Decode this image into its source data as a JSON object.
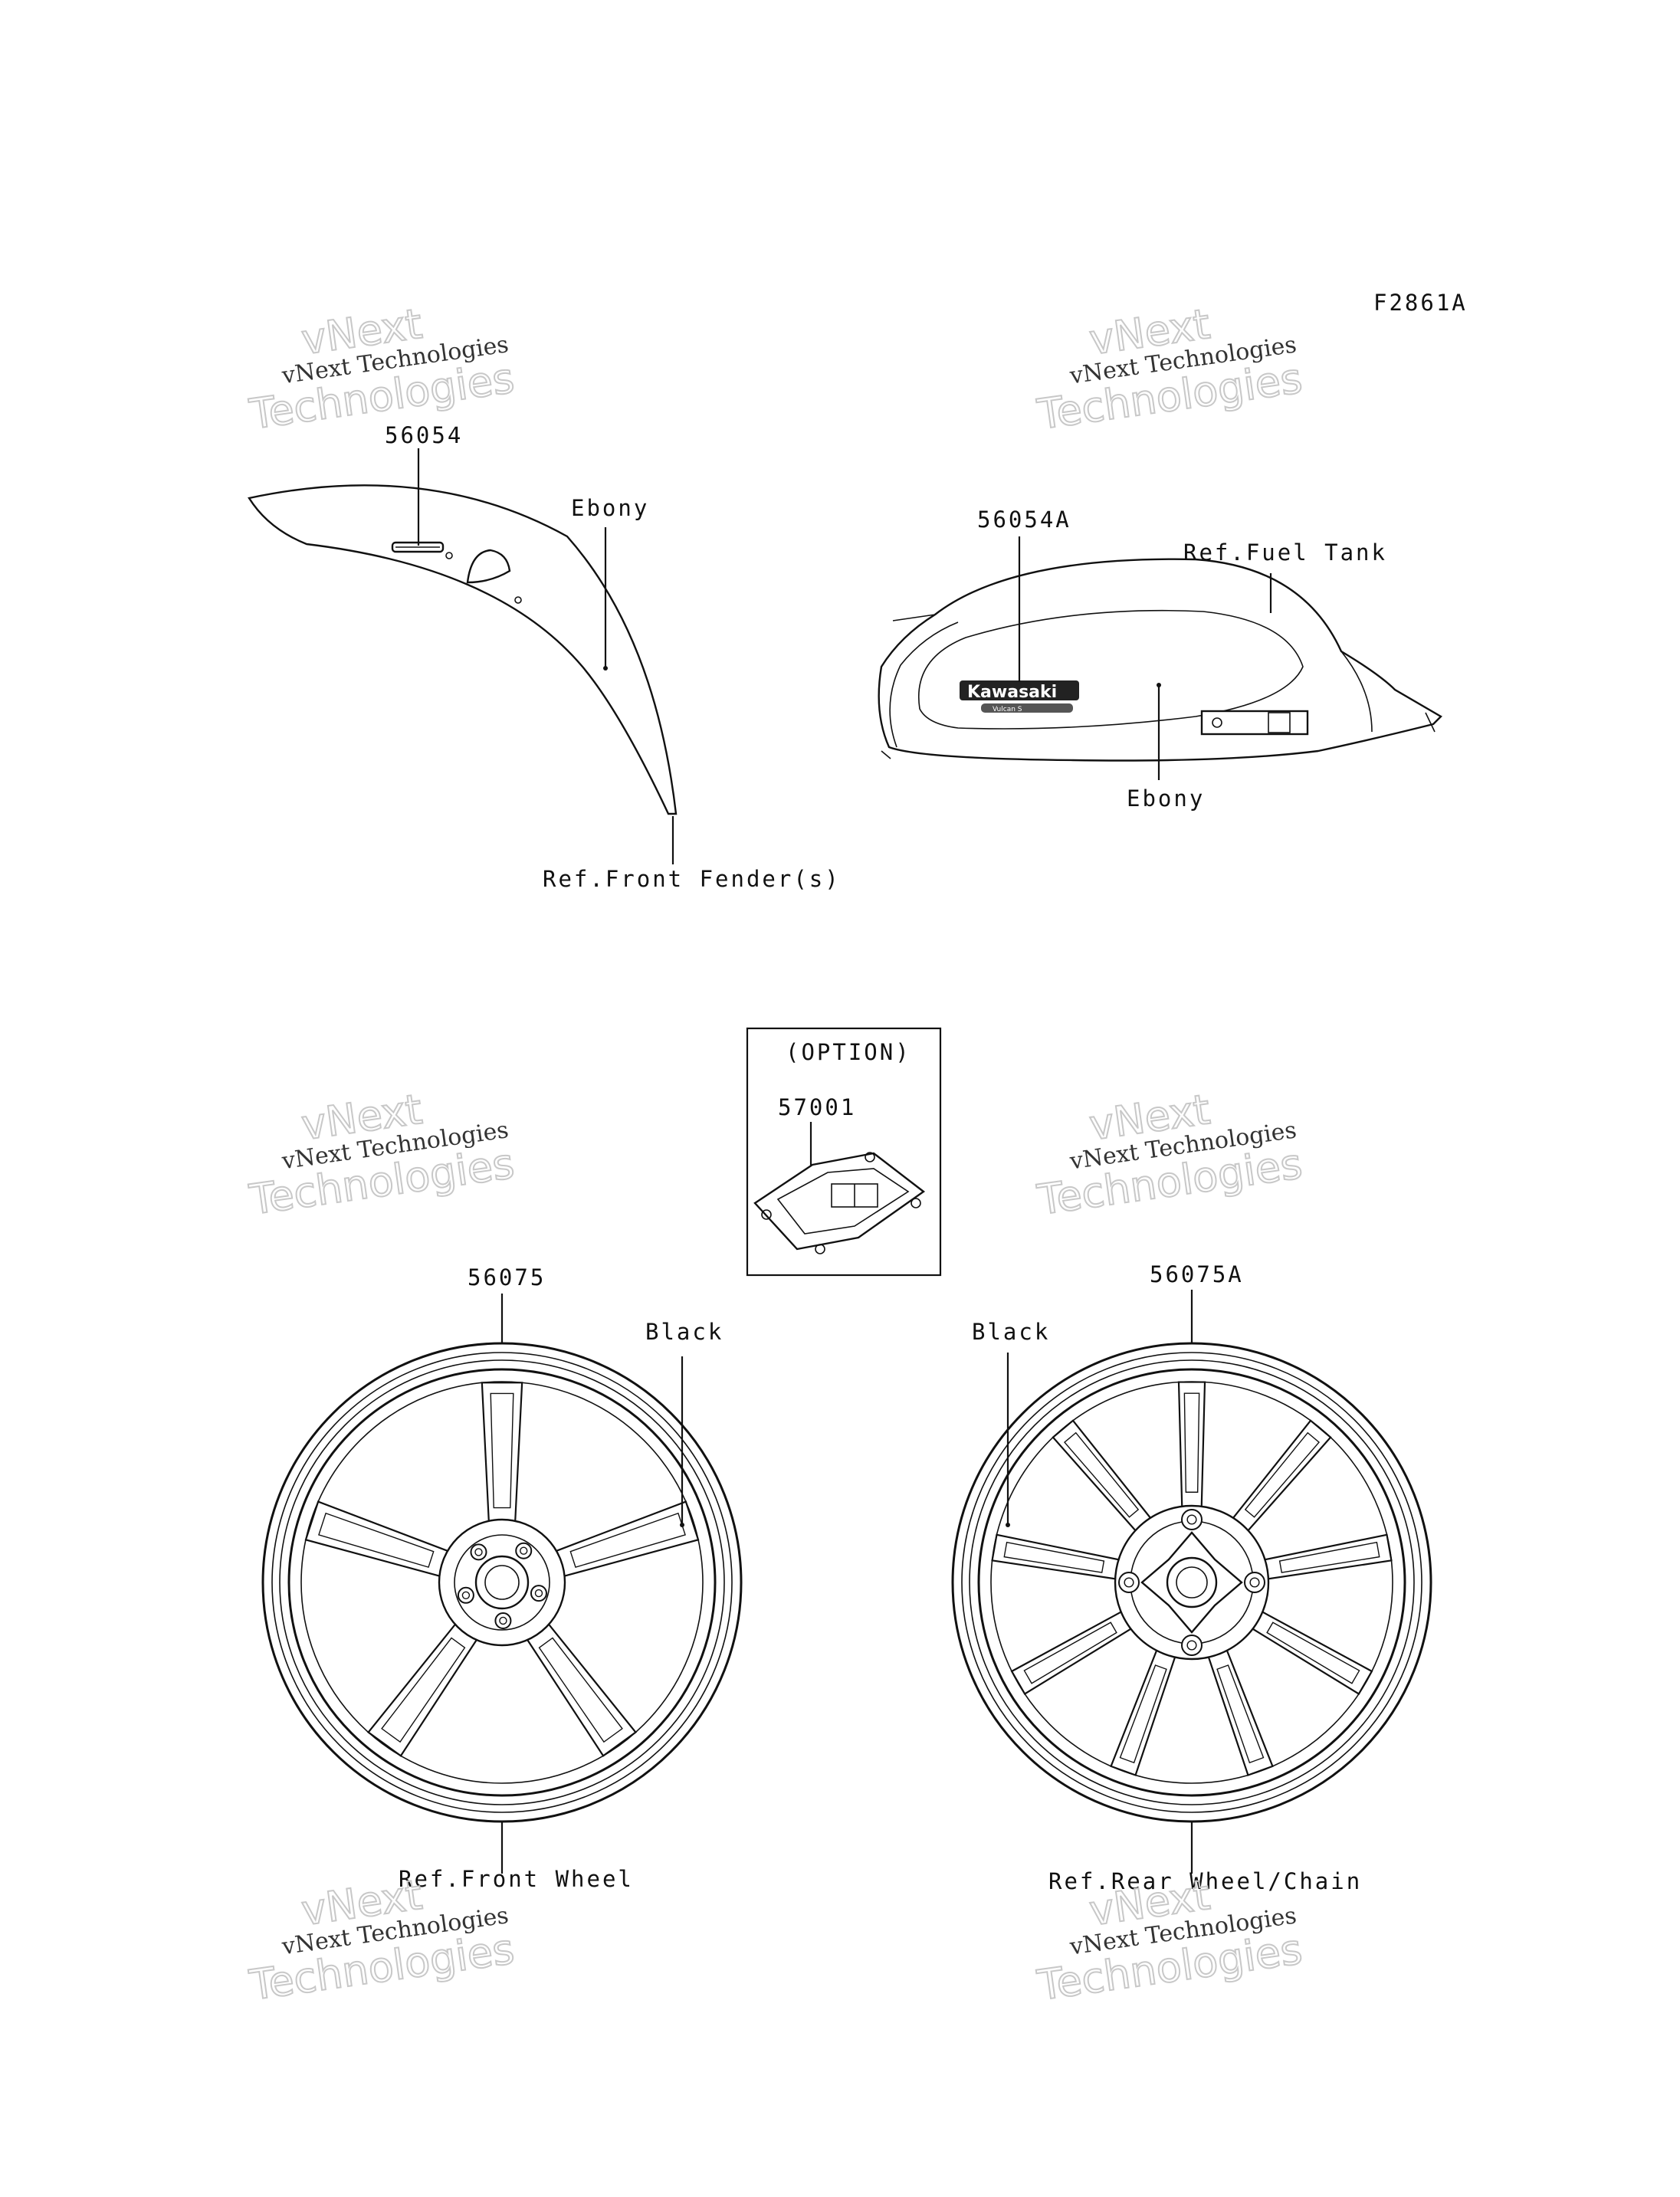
{
  "figure_code": "F2861A",
  "watermark": {
    "line1": "vNext Technologies",
    "line2": "vNext",
    "line3": "Technologies"
  },
  "labels": {
    "fender_part": "56054",
    "fender_color": "Ebony",
    "fender_ref": "Ref.Front Fender(s)",
    "tank_part": "56054A",
    "tank_ref": "Ref.Fuel Tank",
    "tank_color": "Ebony",
    "tank_logo": "Kawasaki",
    "tank_logo_sub": "Vulcan S",
    "option_title": "(OPTION)",
    "option_part": "57001",
    "front_wheel_part": "56075",
    "front_wheel_color": "Black",
    "front_wheel_ref": "Ref.Front Wheel",
    "rear_wheel_part": "56075A",
    "rear_wheel_color": "Black",
    "rear_wheel_ref": "Ref.Rear Wheel/Chain"
  }
}
